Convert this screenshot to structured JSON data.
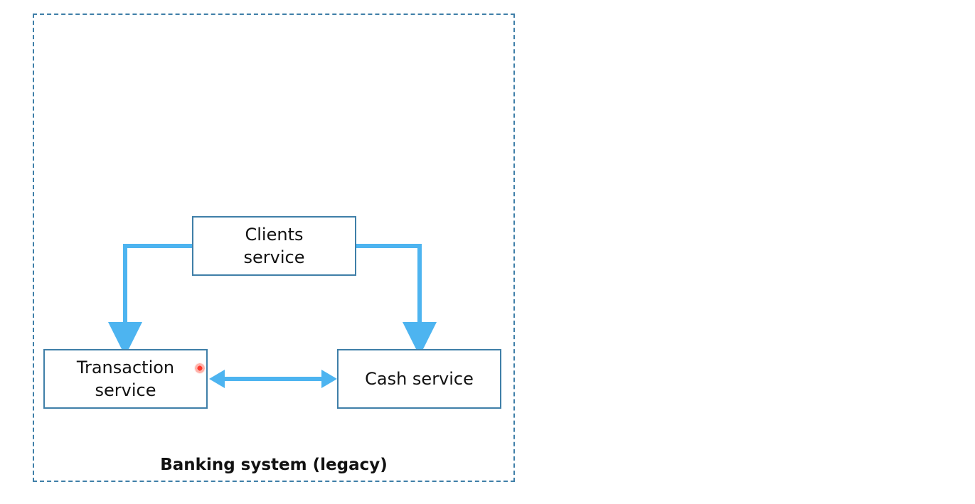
{
  "diagram": {
    "container_label": "Banking system (legacy)",
    "nodes": {
      "clients": "Clients service",
      "transaction": "Transaction service",
      "cash": "Cash service"
    }
  },
  "colors": {
    "box_border": "#3f7fa8",
    "arrow": "#4db4f0",
    "text": "#111111",
    "cursor": "#ff3b2f"
  },
  "icons": {
    "cursor": "cursor-icon"
  }
}
